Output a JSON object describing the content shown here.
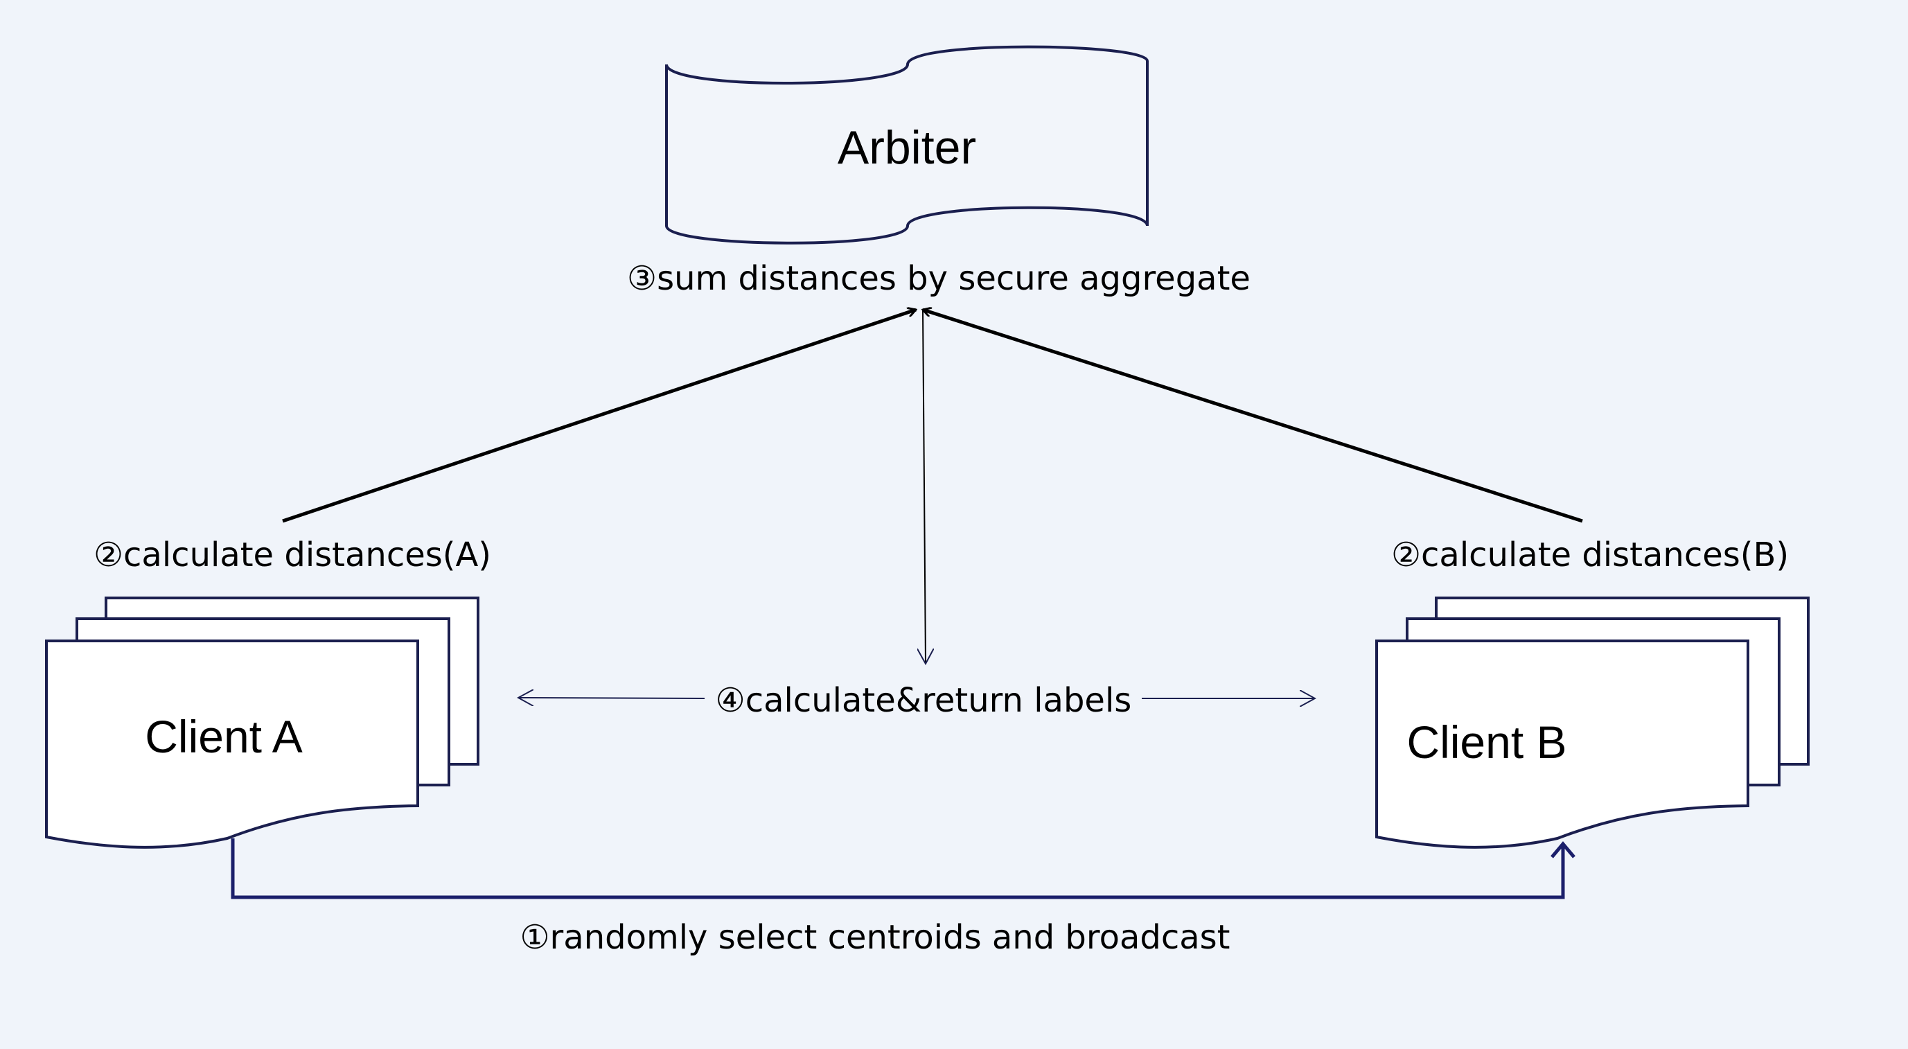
{
  "nodes": {
    "arbiter": "Arbiter",
    "client_a": "Client A",
    "client_b": "Client B"
  },
  "steps": {
    "step1": "①randomly select centroids and broadcast",
    "step2_a": "②calculate distances(A)",
    "step2_b": "②calculate distances(B)",
    "step3": "③sum distances by secure aggregate",
    "step4": "④calculate&return labels"
  },
  "colors": {
    "background": "#f0f4fa",
    "shape_stroke": "#1b1f4f",
    "shape_fill": "#ffffff",
    "arrow_dark": "#000000",
    "arrow_navy": "#1b1f6b"
  }
}
